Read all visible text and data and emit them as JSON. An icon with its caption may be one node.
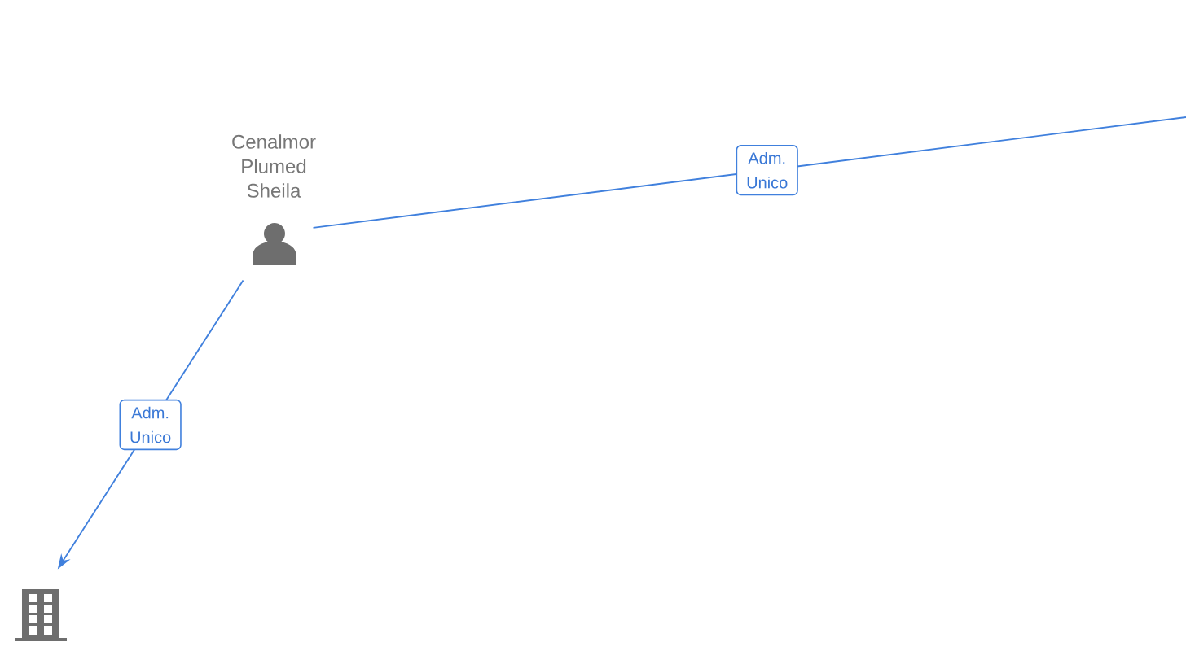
{
  "diagram": {
    "nodes": [
      {
        "text": [
          "Cenalmor Plumed Sheila"
        ]
      },
      {
        "text": [],
        "shape": "building"
      }
    ],
    "edges": [
      {
        "from": 0,
        "to": null,
        "arrow": "none",
        "label": "Adm. Unico"
      },
      {
        "from": 0,
        "to": 1,
        "arrow": "to",
        "label": "Adm. Unico"
      }
    ]
  }
}
